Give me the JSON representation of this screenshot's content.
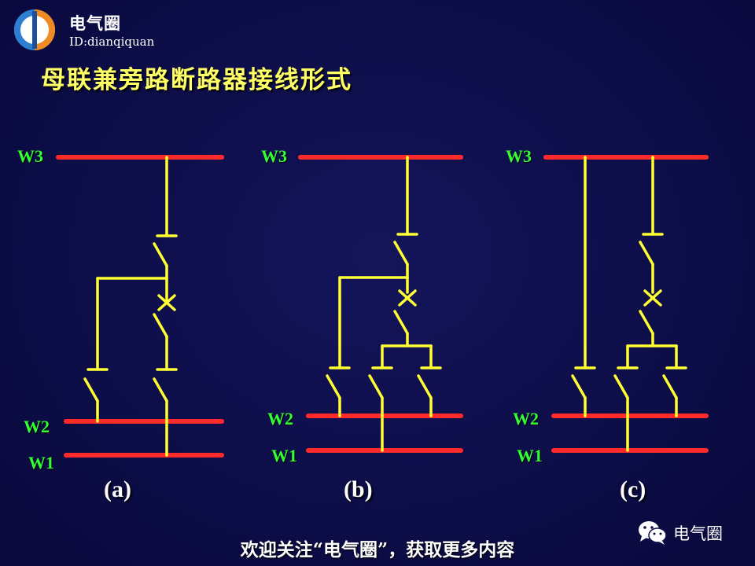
{
  "brand": {
    "name": "电气圈",
    "id_text": "ID:dianqiquan"
  },
  "title": "母联兼旁路断路器接线形式",
  "bus_labels": {
    "w3": "W3",
    "w2": "W2",
    "w1": "W1"
  },
  "panels": {
    "a": "(a)",
    "b": "(b)",
    "c": "(c)"
  },
  "footer": {
    "follow_text": "欢迎关注“电气圈”，获取更多内容",
    "wechat_name": "电气圈"
  },
  "colors": {
    "background": "#0f0f4d",
    "bus": "#ff2a2a",
    "wire": "#ffff33",
    "bus_label": "#33ff33",
    "title": "#ffff66"
  }
}
